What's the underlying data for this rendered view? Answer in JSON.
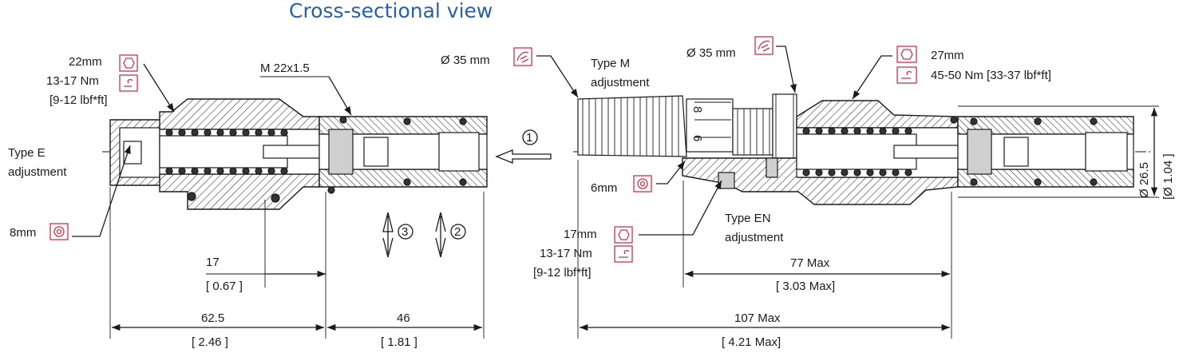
{
  "title": "Cross-sectional view",
  "left": {
    "hex_size": "22mm",
    "torque_nm": "13-17 Nm",
    "torque_lbf": "[9-12 lbf*ft]",
    "thread": "M 22x1.5",
    "adjust_line1": "Type E",
    "adjust_line2": "adjustment",
    "allen_size": "8mm",
    "dim_17": "17",
    "dim_17_in": "[ 0.67 ]",
    "dim_62": "62.5",
    "dim_62_in": "[ 2.46 ]",
    "dim_46": "46",
    "dim_46_in": "[ 1.81 ]"
  },
  "flow": {
    "port1": "1",
    "port2": "2",
    "port3": "3"
  },
  "right": {
    "knob_dia": "Ø 35 mm",
    "knob_dia2": "Ø 35 mm",
    "type_m_line1": "Type M",
    "type_m_line2": "adjustment",
    "hex_size": "27mm",
    "torque": "45-50 Nm [33-37 lbf*ft]",
    "allen_size": "6mm",
    "en_hex_size": "17mm",
    "en_torque_nm": "13-17 Nm",
    "en_torque_lbf": "[9-12 lbf*ft]",
    "type_en_line1": "Type EN",
    "type_en_line2": "adjustment",
    "dim_77": "77 Max",
    "dim_77_in": "[ 3.03 Max]",
    "dim_107": "107 Max",
    "dim_107_in": "[ 4.21 Max]",
    "dia_mm": "Ø 26.5",
    "dia_in": "[Ø 1.04 ]",
    "scale_a": "8",
    "scale_b": "6"
  },
  "colors": {
    "title": "#2a5fa3",
    "icon": "#d0324a",
    "line": "#1a1a1a"
  },
  "icons": [
    "hex-nut-icon",
    "torque-wrench-icon",
    "allen-key-icon",
    "hand-tighten-icon",
    "flow-arrow-icon"
  ]
}
